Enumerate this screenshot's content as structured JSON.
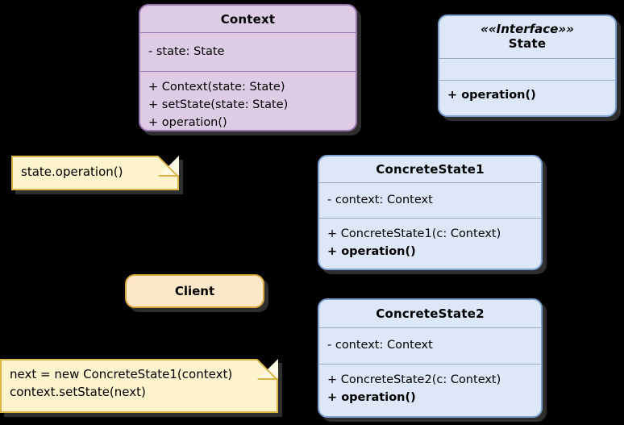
{
  "diagram": {
    "title": "State Pattern UML Class Diagram",
    "background_color": "#000000",
    "colors": {
      "context_fill": "#ddcce3",
      "context_border": "#9877ae",
      "state_fill": "#dce7f8",
      "state_border": "#7d9fd1",
      "client_fill": "#fce8c8",
      "client_border": "#d8a73c",
      "note_fill": "#fdf3cd",
      "note_border": "#d8b544"
    }
  },
  "classes": {
    "context": {
      "name": "Context",
      "attributes": [
        {
          "text": "- state: State",
          "bold": false
        }
      ],
      "operations": [
        {
          "text": "+ Context(state: State)",
          "bold": false
        },
        {
          "text": "+ setState(state: State)",
          "bold": false
        },
        {
          "text": "+ operation()",
          "bold": false
        }
      ]
    },
    "state": {
      "stereotype": "««Interface»»",
      "name": "State",
      "attributes": [],
      "operations": [
        {
          "text": "+ operation()",
          "bold": true
        }
      ]
    },
    "concrete_state_1": {
      "name": "ConcreteState1",
      "attributes": [
        {
          "text": "- context: Context",
          "bold": false
        }
      ],
      "operations": [
        {
          "text": "+ ConcreteState1(c: Context)",
          "bold": false
        },
        {
          "text": "+ operation()",
          "bold": true
        }
      ]
    },
    "concrete_state_2": {
      "name": "ConcreteState2",
      "attributes": [
        {
          "text": "- context: Context",
          "bold": false
        }
      ],
      "operations": [
        {
          "text": "+ ConcreteState2(c: Context)",
          "bold": false
        },
        {
          "text": "+ operation()",
          "bold": true
        }
      ]
    },
    "client": {
      "name": "Client"
    }
  },
  "notes": {
    "context_operation_note": {
      "lines": [
        "state.operation()"
      ]
    },
    "transition_note": {
      "lines": [
        "next = new ConcreteState1(context)",
        "context.setState(next)"
      ]
    }
  }
}
